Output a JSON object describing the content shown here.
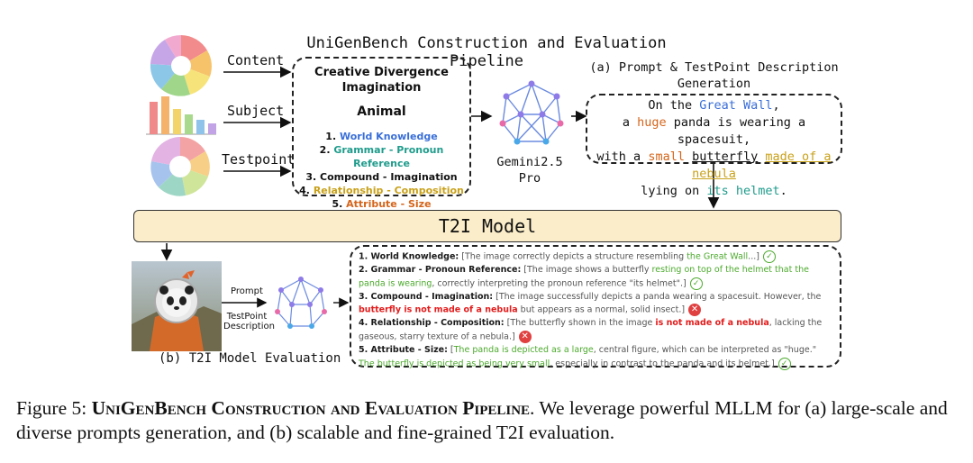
{
  "title": "UniGenBench Construction and Evaluation Pipeline",
  "inputs": {
    "content": "Content",
    "subject": "Subject",
    "testpoint": "Testpoint"
  },
  "creative": {
    "title_line1": "Creative Divergence",
    "title_line2": "Imagination",
    "subject": "Animal",
    "items": [
      {
        "num": "1.",
        "text": "World Knowledge",
        "color": "#3a6fd8"
      },
      {
        "num": "2.",
        "text": "Grammar - Pronoun Reference",
        "color": "#1f9c8c"
      },
      {
        "num": "3.",
        "text": "Compound - Imagination",
        "color": "#111111"
      },
      {
        "num": "4.",
        "text": "Relationship - Composition",
        "color": "#c9a11a"
      },
      {
        "num": "5.",
        "text": "Attribute - Size",
        "color": "#d5651b"
      }
    ]
  },
  "gemini": {
    "line1": "Gemini2.5",
    "line2": "Pro"
  },
  "panel_a": {
    "line1": "(a) Prompt & TestPoint Description",
    "line2": "Generation"
  },
  "prompt": {
    "l1a": "On the ",
    "l1b": "Great Wall",
    "l1c": ",",
    "l2a": "a ",
    "l2b": "huge",
    "l2c": " panda is wearing a spacesuit,",
    "l3a": "with a ",
    "l3b": "small",
    "l3c": " ",
    "l3d": "butterfly",
    "l3e": " ",
    "l3f": "made of a nebula",
    "l4a": "lying on ",
    "l4b": "its helmet",
    "l4c": "."
  },
  "t2i_model": "T2I Model",
  "eval_inputs": {
    "prompt": "Prompt",
    "testpoint_l1": "TestPoint",
    "testpoint_l2": "Description"
  },
  "panel_b": "(b) T2I Model Evaluation",
  "evaluation": [
    {
      "label": "1. World Knowledge:",
      "a": " [The image correctly depicts a structure resembling ",
      "b": "the Great Wall",
      "c": "...]",
      "result": "pass"
    },
    {
      "label": "2. Grammar - Pronoun Reference:",
      "a": " [The image shows a butterfly ",
      "b": "resting on top of the helmet that the panda is wearing",
      "c": ", correctly interpreting the pronoun reference \"its helmet\".]",
      "result": "pass"
    },
    {
      "label": "3. Compound - Imagination:",
      "a": " [The image successfully depicts a panda wearing a spacesuit. However, the ",
      "b": "butterfly is not made of a nebula",
      "c": " but appears as a normal, solid insect.]",
      "result": "fail"
    },
    {
      "label": "4. Relationship - Composition:",
      "a": " [The butterfly shown in the image ",
      "b": "is not made of a nebula",
      "c": ", lacking the gaseous, starry texture of a nebula.]",
      "result": "fail"
    },
    {
      "label": "5. Attribute - Size:",
      "a": " [",
      "b": "The panda is depicted as a large",
      "c": ", central figure, which can be interpreted as \"huge.\" ",
      "d": "The butterfly is depicted as being very small",
      "e": ", especially in contrast to the panda and its helmet.]",
      "result": "pass"
    }
  ],
  "caption": {
    "fig": "Figure 5: ",
    "name": "UniGenBench Construction and Evaluation Pipeline",
    "rest": ". We leverage powerful MLLM for (a) large-scale and diverse prompts generation, and (b) scalable and fine-grained T2I evaluation."
  }
}
